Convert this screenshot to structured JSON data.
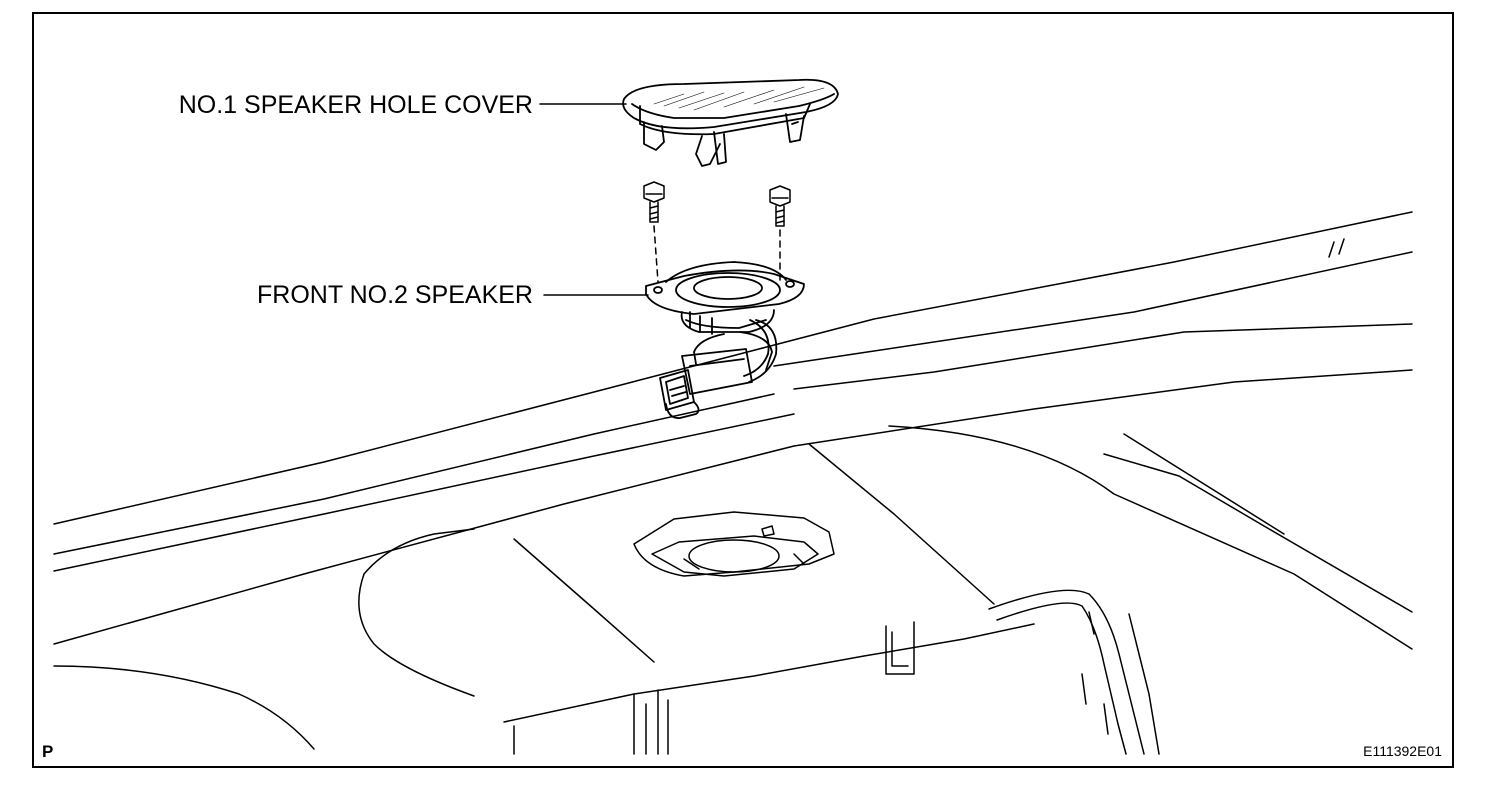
{
  "diagram": {
    "labels": {
      "cover": "NO.1 SPEAKER HOLE COVER",
      "speaker": "FRONT NO.2 SPEAKER"
    },
    "region_mark": "P",
    "figure_code": "E111392E01"
  }
}
